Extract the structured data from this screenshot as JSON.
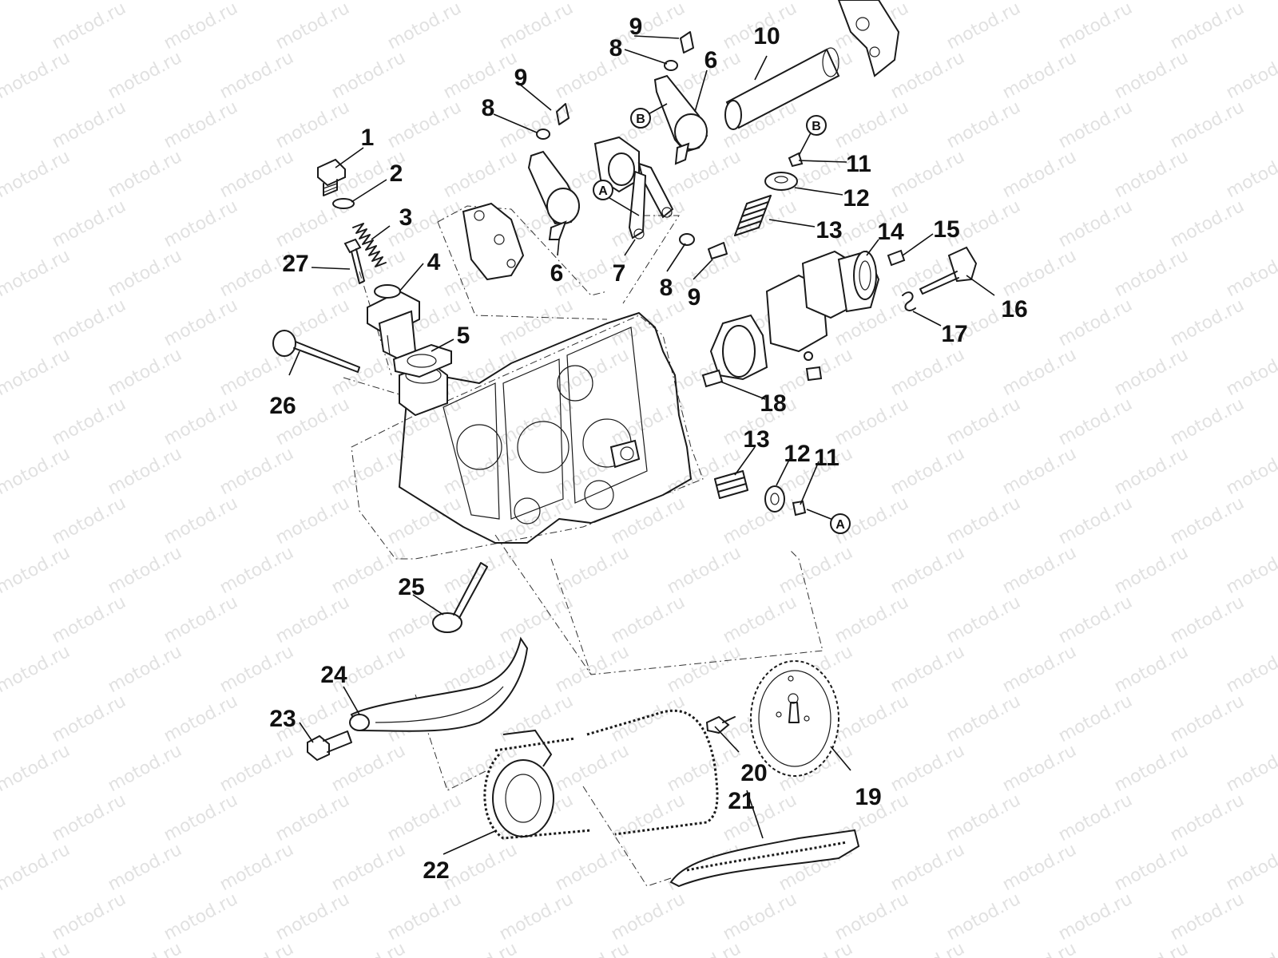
{
  "watermark": "motod.ru",
  "colors": {
    "ink": "#1a1a1a",
    "watermark": "#c9c9c9",
    "background": "#ffffff"
  },
  "callouts": {
    "c1": "1",
    "c2": "2",
    "c3": "3",
    "c4": "4",
    "c5": "5",
    "c6a": "6",
    "c6b": "6",
    "c7": "7",
    "c8a": "8",
    "c8b": "8",
    "c8c": "8",
    "c9a": "9",
    "c9b": "9",
    "c9c": "9",
    "c10": "10",
    "c11a": "11",
    "c11b": "11",
    "c12a": "12",
    "c12b": "12",
    "c13a": "13",
    "c13b": "13",
    "c14": "14",
    "c15": "15",
    "c16": "16",
    "c17": "17",
    "c18": "18",
    "c19": "19",
    "c20": "20",
    "c21": "21",
    "c22": "22",
    "c23": "23",
    "c24": "24",
    "c25": "25",
    "c26": "26",
    "c27": "27"
  },
  "reference_marks": {
    "a1": "A",
    "a2": "A",
    "b1": "B",
    "b2": "B"
  }
}
